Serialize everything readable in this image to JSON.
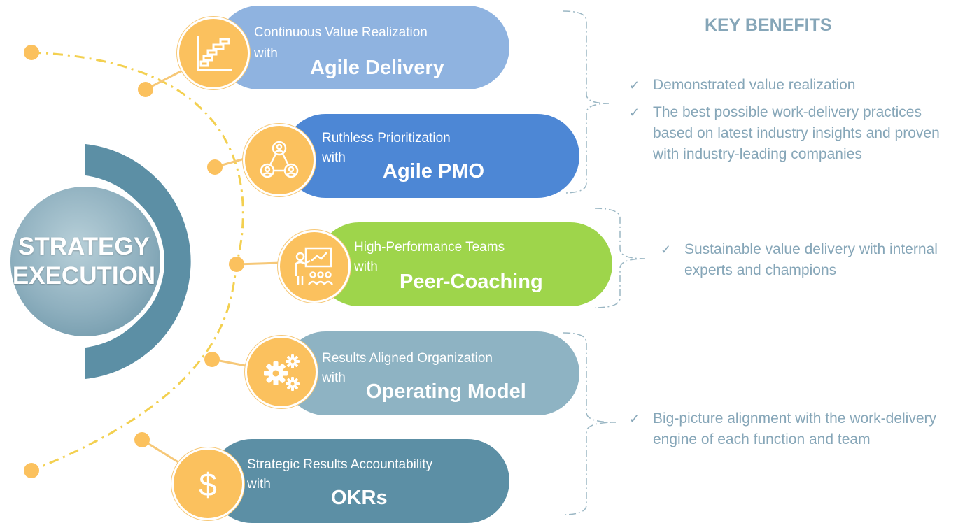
{
  "center": {
    "line1": "STRATEGY",
    "line2": "EXECUTION"
  },
  "colors": {
    "orange": "#fbc15e",
    "dash_yellow": "#f3d050",
    "agile_delivery": "#8fb3e0",
    "agile_pmo": "#4d87d5",
    "peer_coaching": "#9ed54b",
    "operating_model": "#8eb3c3",
    "okrs": "#5c8fa5",
    "text_muted": "#86a6b8"
  },
  "pillars": [
    {
      "line1": "Continuous Value Realization",
      "line2": "with",
      "line3": "Agile Delivery",
      "icon": "gantt-chart-icon"
    },
    {
      "line1": "Ruthless Prioritization",
      "line2": "with",
      "line3": "Agile PMO",
      "icon": "network-people-icon"
    },
    {
      "line1": "High-Performance Teams",
      "line2": "with",
      "line3": "Peer-Coaching",
      "icon": "presentation-teacher-icon"
    },
    {
      "line1": "Results Aligned Organization",
      "line2": "with",
      "line3": "Operating Model",
      "icon": "gears-icon"
    },
    {
      "line1": "Strategic Results Accountability",
      "line2": "with",
      "line3": "OKRs",
      "icon": "dollar-icon"
    }
  ],
  "key_benefits": {
    "title": "KEY BENEFITS",
    "check": "✓",
    "items": [
      "Demonstrated value realization",
      "The best possible work-delivery practices based on latest industry insights and proven with industry-leading companies",
      "Sustainable value delivery with internal experts and champions",
      "Big-picture alignment with the work-delivery engine of each function and team"
    ]
  }
}
